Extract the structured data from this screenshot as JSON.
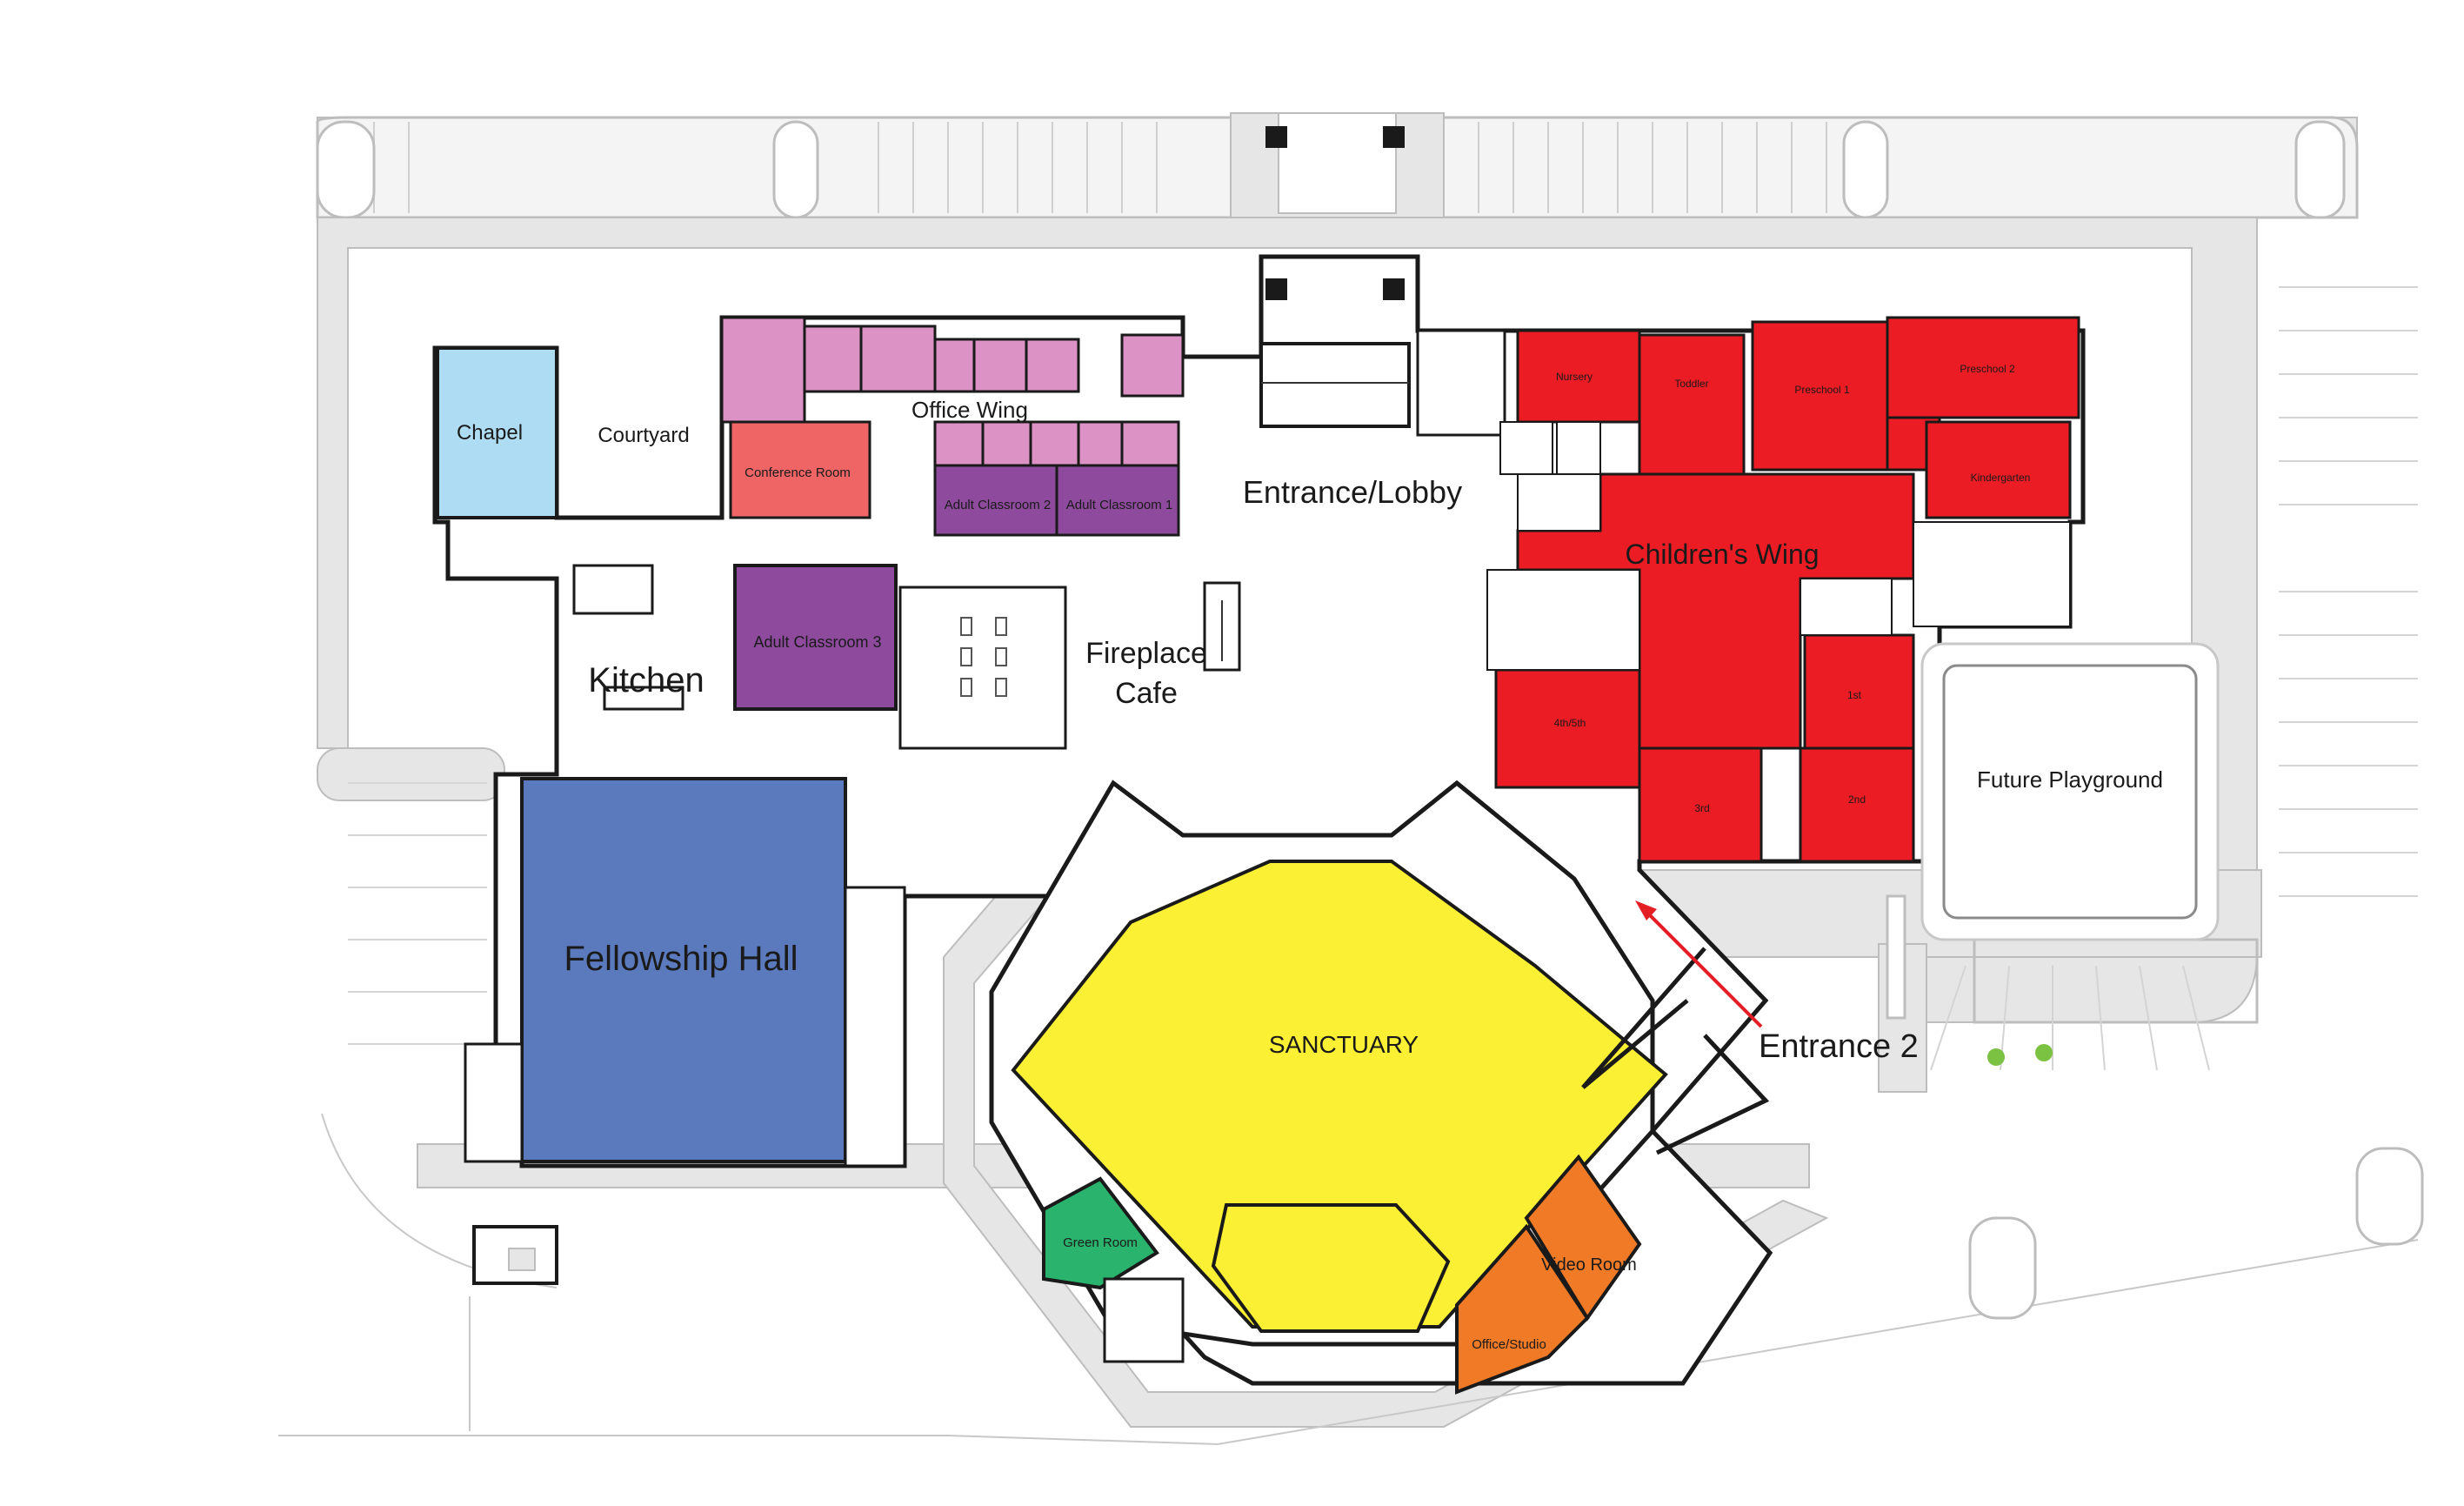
{
  "colors": {
    "chapel": "#aedcf3",
    "office": "#dc92c4",
    "conference": "#ef6566",
    "adult_classroom": "#8e4a9d",
    "childrens": "#ec1c24",
    "fellowship": "#5a7abd",
    "sanctuary": "#fbf033",
    "green_room": "#2ab36c",
    "video": "#f07a25",
    "paving": "#e6e6e6",
    "arrow": "#e31e24",
    "tree": "#7cc242"
  },
  "rooms": {
    "chapel": "Chapel",
    "courtyard": "Courtyard",
    "office_wing": "Office Wing",
    "conference_room": "Conference Room",
    "adult_classroom_2": "Adult Classroom 2",
    "adult_classroom_1": "Adult Classroom 1",
    "entrance_lobby": "Entrance/Lobby",
    "kitchen": "Kitchen",
    "adult_classroom_3": "Adult Classroom 3",
    "fireplace": "Fireplace",
    "cafe": "Cafe",
    "nursery": "Nursery",
    "toddler": "Toddler",
    "preschool_1": "Preschool 1",
    "preschool_2": "Preschool 2",
    "kindergarten": "Kindergarten",
    "childrens_wing": "Children's Wing",
    "fourth_fifth": "4th/5th",
    "first": "1st",
    "second": "2nd",
    "third": "3rd",
    "future_playground": "Future Playground",
    "fellowship_hall": "Fellowship Hall",
    "sanctuary": "SANCTUARY",
    "entrance_2": "Entrance 2",
    "green_room": "Green Room",
    "video_room": "Video Room",
    "office_studio": "Office/Studio"
  },
  "icons": [
    "entrance-arrow-icon",
    "tree-icon",
    "parking-stall-icon"
  ]
}
